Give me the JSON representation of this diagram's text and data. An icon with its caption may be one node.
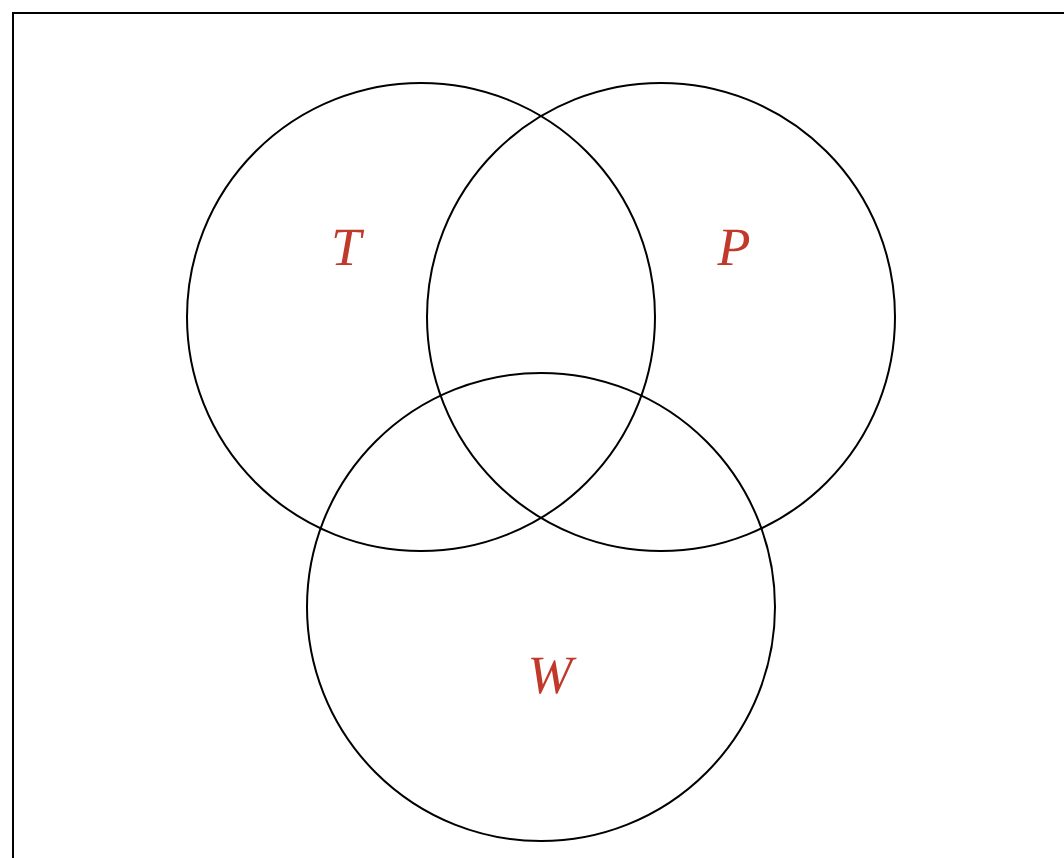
{
  "diagram": {
    "nodes": [
      {
        "text": [
          "T"
        ]
      },
      {
        "text": [
          "P"
        ]
      },
      {
        "text": [
          "W"
        ]
      }
    ]
  }
}
